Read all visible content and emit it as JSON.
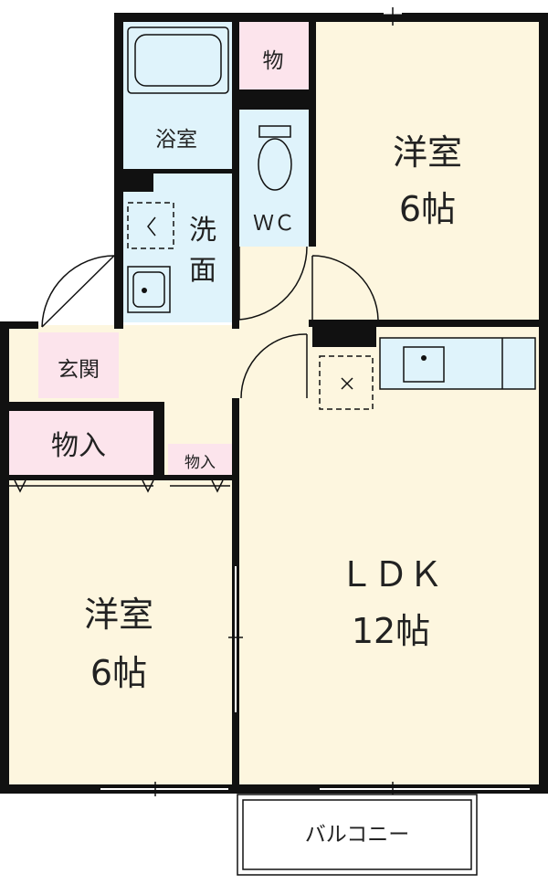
{
  "plan": {
    "rooms": {
      "western_room_top": {
        "line1": "洋室",
        "line2": "6帖"
      },
      "western_room_bottom": {
        "line1": "洋室",
        "line2": "6帖"
      },
      "ldk": {
        "line1": "ＬＤＫ",
        "line2": "12帖"
      },
      "bathroom": "浴室",
      "storage_top": "物",
      "wc": "ＷＣ",
      "washroom": {
        "line1": "洗",
        "line2": "面"
      },
      "entrance": "玄関",
      "closet_large": "物入",
      "closet_small": "物入",
      "balcony": "バルコニー"
    },
    "colors": {
      "western_room": "#fdf6df",
      "ldk": "#fdf6df",
      "wet_area": "#dff3fb",
      "storage": "#fce4ec",
      "hall": "#fdf6df",
      "wall": "#111111"
    }
  }
}
